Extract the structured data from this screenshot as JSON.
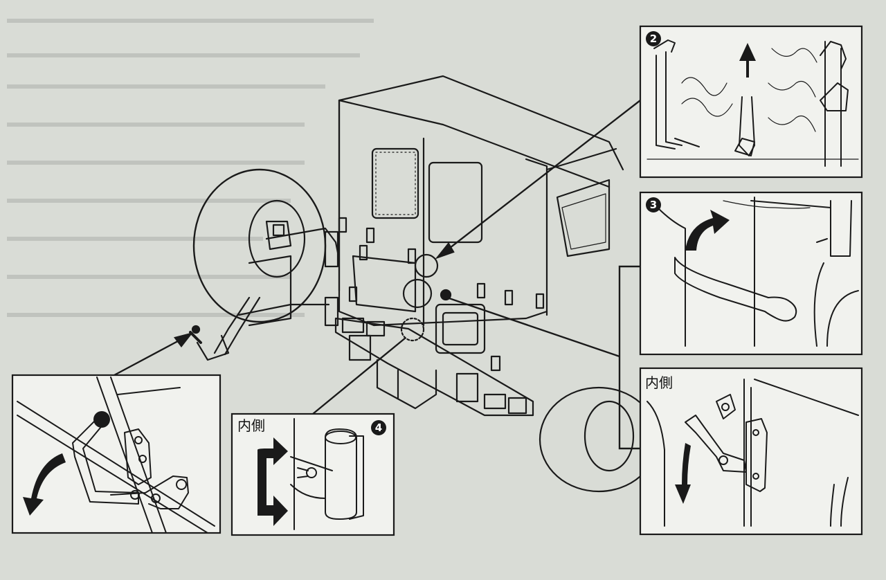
{
  "page": {
    "background": "#d9dcd6",
    "paper": "#f1f2ee",
    "ink": "#1a1a1a"
  },
  "callouts": {
    "step2": {
      "number": "2"
    },
    "step3": {
      "number": "3"
    },
    "step4": {
      "number": "4",
      "label": "内側"
    },
    "inside": {
      "label": "内側"
    }
  }
}
